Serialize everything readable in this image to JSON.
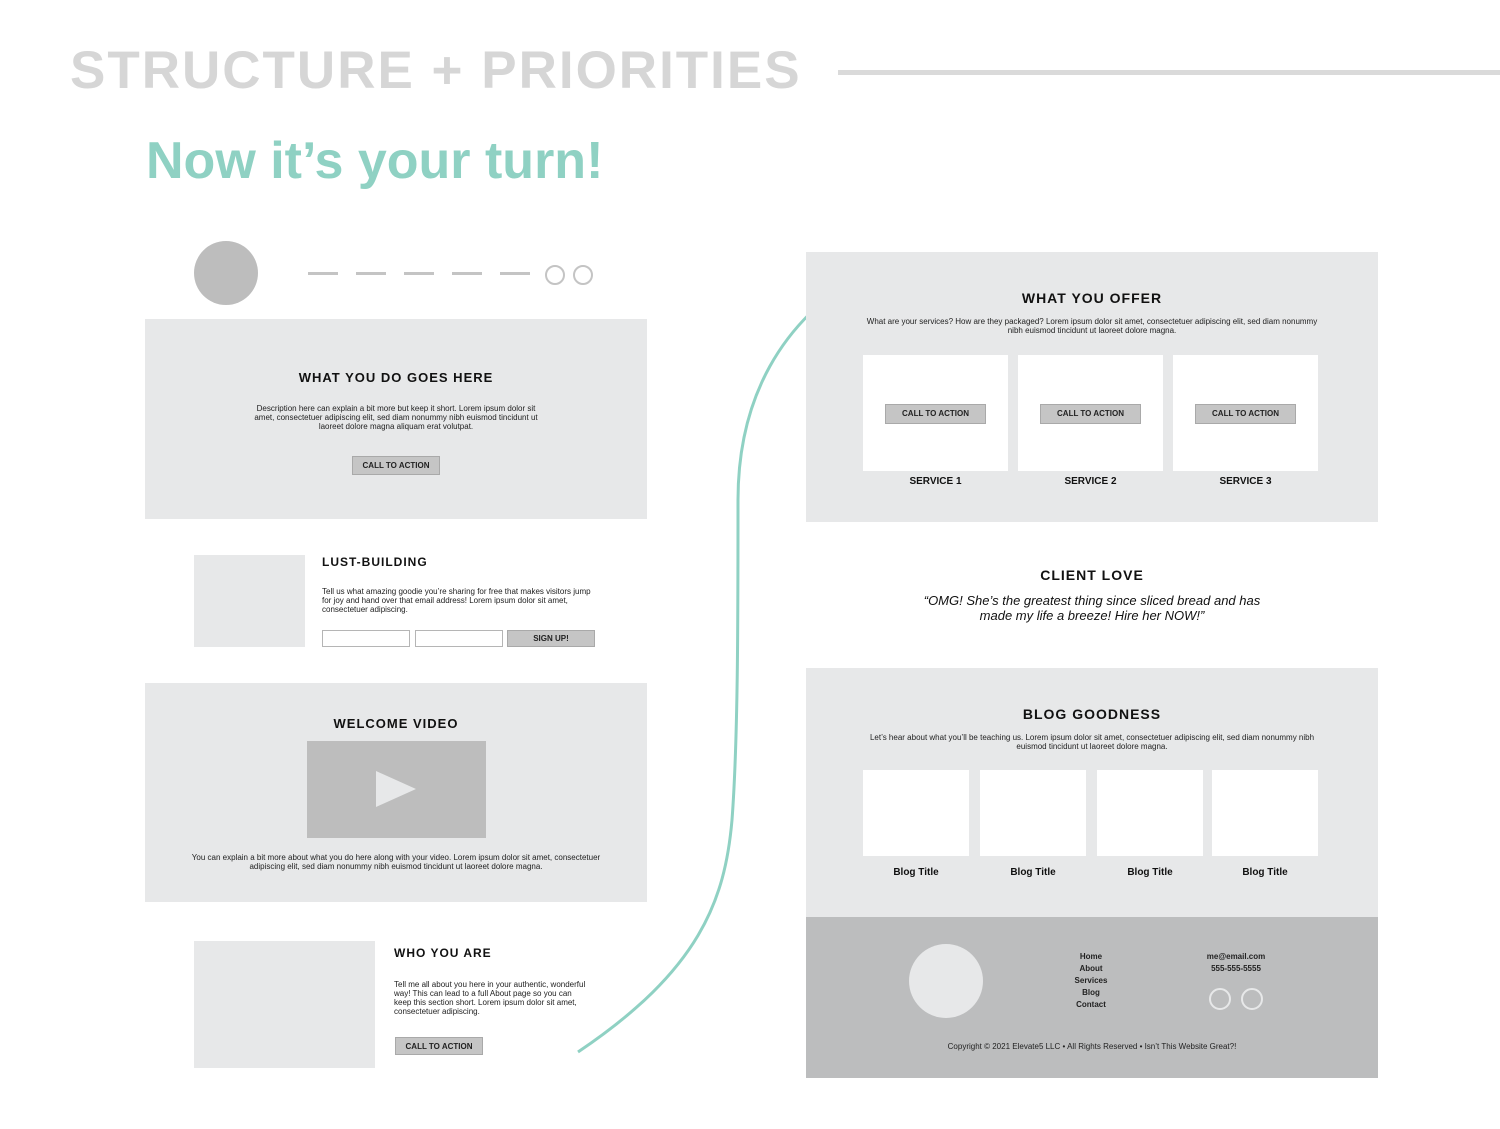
{
  "header": {
    "title": "STRUCTURE + PRIORITIES",
    "subtitle": "Now it’s your turn!"
  },
  "hero": {
    "title": "WHAT YOU DO GOES HERE",
    "description": "Description here can explain a bit more but keep it short. Lorem ipsum dolor sit amet, consectetuer adipiscing elit, sed diam nonummy nibh euismod tincidunt ut laoreet dolore magna aliquam erat volutpat.",
    "cta_label": "CALL TO ACTION"
  },
  "lust": {
    "title": "LUST-BUILDING",
    "description": "Tell us what amazing goodie you’re sharing for free that makes visitors jump for joy and hand over that email address! Lorem ipsum dolor sit amet, consectetuer adipiscing.",
    "signup_label": "SIGN UP!"
  },
  "video": {
    "title": "WELCOME VIDEO",
    "description": "You can explain a bit more about what you do here along with your video. Lorem ipsum dolor sit amet, consectetuer adipiscing elit, sed diam nonummy nibh euismod tincidunt ut laoreet dolore magna."
  },
  "about": {
    "title": "WHO YOU ARE",
    "description": "Tell me all about you here in your authentic, wonderful way! This can lead to a full About page so you can keep this section short. Lorem ipsum dolor sit amet, consectetuer adipiscing.",
    "cta_label": "CALL TO ACTION"
  },
  "offer": {
    "title": "WHAT YOU OFFER",
    "description": "What are your services? How are they packaged? Lorem ipsum dolor sit amet, consectetuer adipiscing elit, sed diam nonummy nibh euismod tincidunt ut laoreet dolore magna.",
    "services": [
      {
        "cta": "CALL TO ACTION",
        "name": "SERVICE 1"
      },
      {
        "cta": "CALL TO ACTION",
        "name": "SERVICE 2"
      },
      {
        "cta": "CALL TO ACTION",
        "name": "SERVICE 3"
      }
    ]
  },
  "testimonial": {
    "title": "CLIENT LOVE",
    "quote": "“OMG! She’s the greatest thing since sliced bread and has made my life a breeze! Hire her NOW!”"
  },
  "blog": {
    "title": "BLOG GOODNESS",
    "description": "Let’s hear about what you’ll be teaching us. Lorem ipsum dolor sit amet, consectetuer adipiscing elit, sed diam nonummy nibh euismod tincidunt ut laoreet dolore magna.",
    "posts": [
      "Blog Title",
      "Blog Title",
      "Blog Title",
      "Blog Title"
    ]
  },
  "footer": {
    "links": [
      "Home",
      "About",
      "Services",
      "Blog",
      "Contact"
    ],
    "email": "me@email.com",
    "phone": "555-555-5555",
    "copyright": "Copyright © 2021 Elevate5 LLC • All Rights Reserved • Isn’t This Website Great?!"
  },
  "colors": {
    "accent": "#8fd1c3",
    "heading_gray": "#d6d6d6",
    "panel": "#e7e8e9",
    "footer": "#bcbdbe",
    "placeholder": "#bdbdbd"
  },
  "icons": {
    "logo": "logo-placeholder-icon",
    "play": "play-icon",
    "arrow": "curved-arrow-icon",
    "social": "social-circle-icon"
  }
}
